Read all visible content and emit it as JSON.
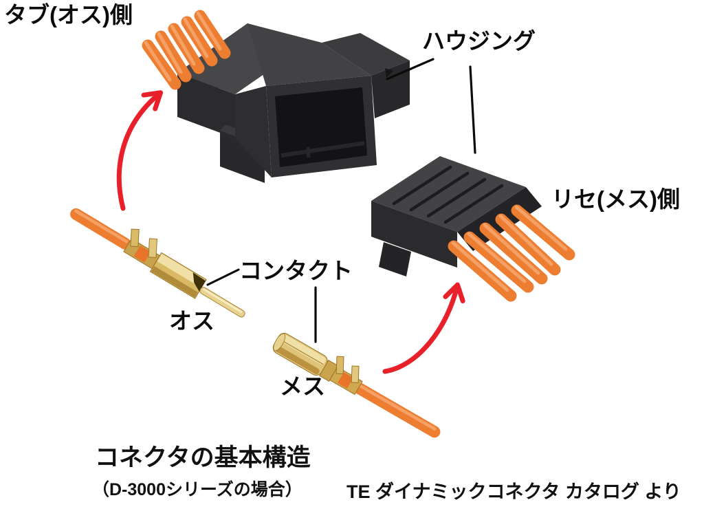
{
  "figure": {
    "type": "connector-structure-diagram",
    "labels": {
      "tab_side": "タブ(オス)側",
      "housing": "ハウジング",
      "receptacle_side": "リセ(メス)側",
      "contact": "コンタクト",
      "male": "オス",
      "female": "メス"
    },
    "caption": {
      "title": "コネクタの基本構造",
      "subtitle": "（D-3000シリーズの場合）",
      "credit": "TE ダイナミックコネクタ カタログ より"
    },
    "colors": {
      "background": "#FFFFFF",
      "wire_orange": "#ED7D31",
      "wire_highlight": "#F5A065",
      "housing_top": "#47474A",
      "housing_side": "#3A3A3D",
      "housing_front": "#2B2B2D",
      "housing_cavity": "#131315",
      "contact_gold_light": "#F0DFA6",
      "contact_gold_mid": "#D9BA66",
      "contact_gold_dark": "#A8842F",
      "arrow_red": "#E8202A",
      "leader_line": "#0A0A0A"
    }
  }
}
